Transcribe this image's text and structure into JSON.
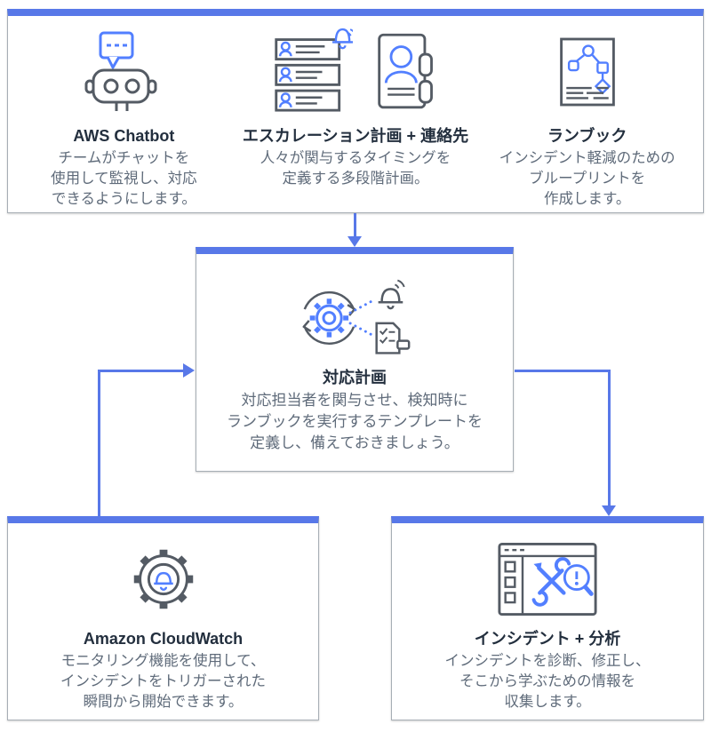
{
  "diagram_title": "AWS incident management flow",
  "colors": {
    "accent_blue": "#5878e8",
    "icon_blue": "#527fff",
    "icon_gray": "#545b64",
    "box_border": "#a7aeb5",
    "title_text": "#232f3e",
    "body_text": "#5f6b7a"
  },
  "icons": {
    "chatbot": "robot-chat-icon",
    "escalation_list": "escalation-list-bell-icon",
    "contact_card": "contact-card-icon",
    "runbook": "runbook-flowchart-document-icon",
    "response_plan": "gear-sync-bell-checklist-icon",
    "cloudwatch": "gear-bell-icon",
    "incidents": "window-tools-magnifier-icon"
  },
  "boxes": {
    "preparation": {
      "chatbot": {
        "title": "AWS Chatbot",
        "desc_lines": [
          "チームがチャットを",
          "使用して監視し、対応",
          "できるようにします。"
        ]
      },
      "escalation": {
        "title": "エスカレーション計画 + 連絡先",
        "desc_lines": [
          "人々が関与するタイミングを",
          "定義する多段階計画。"
        ]
      },
      "runbook": {
        "title": "ランブック",
        "desc_lines": [
          "インシデント軽減のための",
          "ブループリントを",
          "作成します。"
        ]
      }
    },
    "response_plan": {
      "title": "対応計画",
      "desc_lines": [
        "対応担当者を関与させ、検知時に",
        "ランブックを実行するテンプレートを",
        "定義し、備えておきましょう。"
      ]
    },
    "cloudwatch": {
      "title": "Amazon CloudWatch",
      "desc_lines": [
        "モニタリング機能を使用して、",
        "インシデントをトリガーされた",
        "瞬間から開始できます。"
      ]
    },
    "incidents": {
      "title": "インシデント + 分析",
      "desc_lines": [
        "インシデントを診断、修正し、",
        "そこから学ぶための情報を",
        "収集します。"
      ]
    }
  }
}
